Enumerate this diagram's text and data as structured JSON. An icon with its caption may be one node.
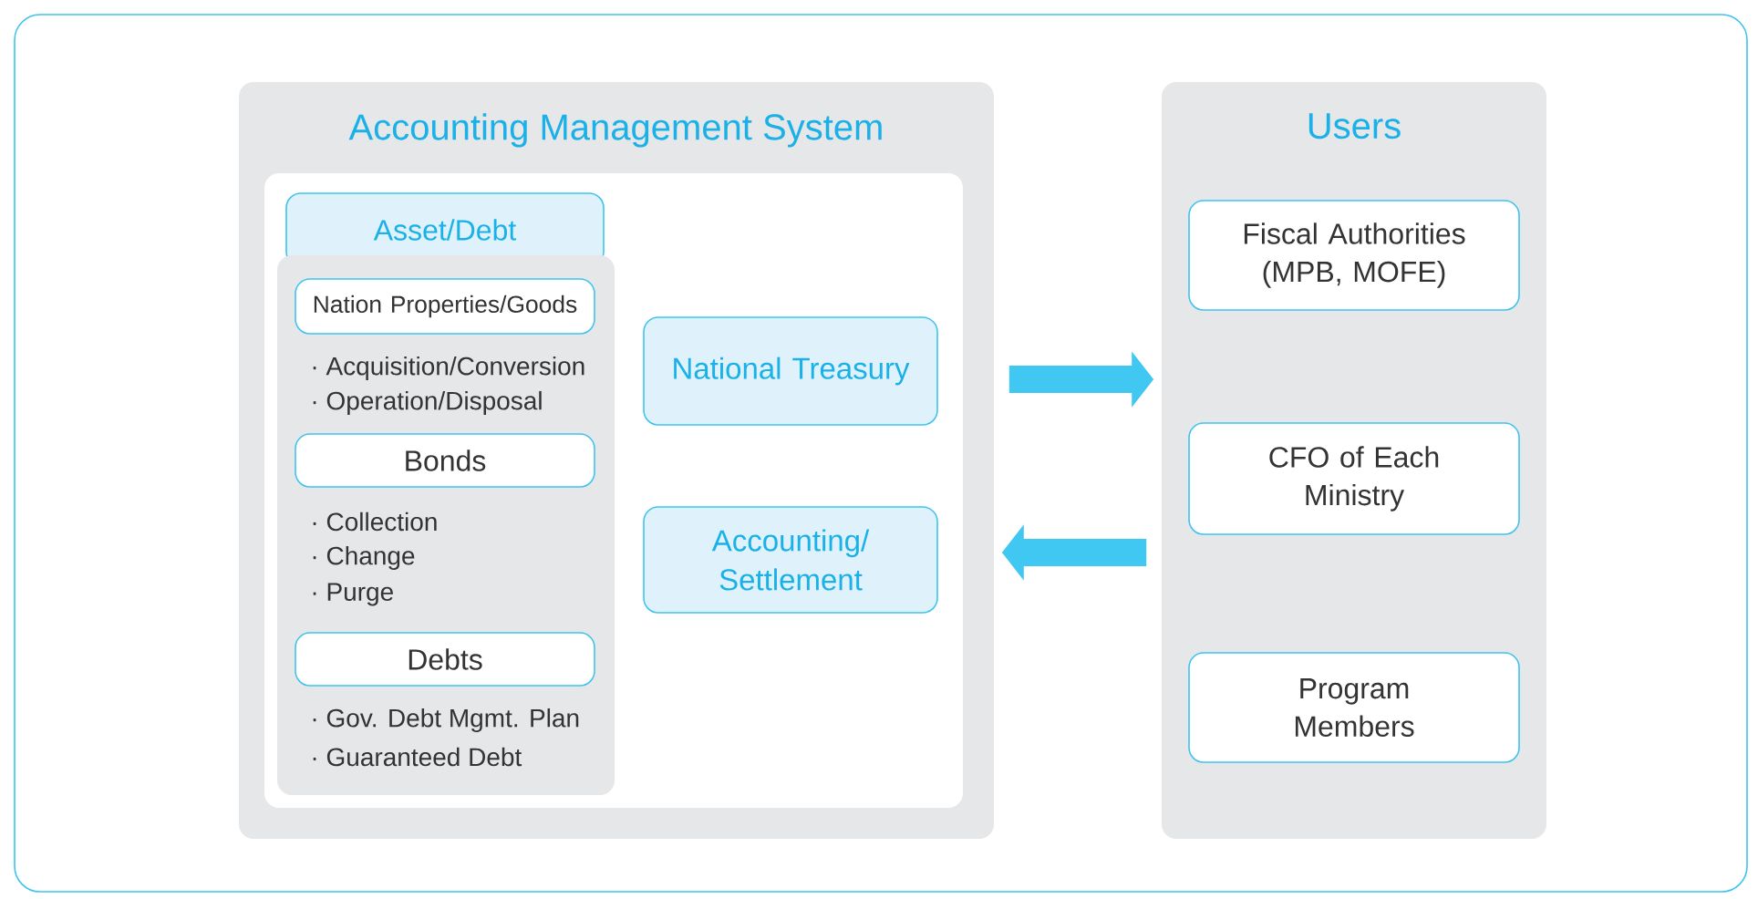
{
  "diagram": {
    "nodes": [
      {
        "text": [
          "Accounting Management System"
        ]
      },
      {
        "text": [],
        "shape": "box",
        "in": 0
      },
      {
        "text": [
          "Asset/Debt"
        ],
        "in": 1
      },
      {
        "text": [],
        "shape": "box",
        "in": 1
      },
      {
        "text": [
          "Nation Properties/Goods"
        ],
        "in": 3,
        "beside": [
          "· Acquisition/Conversion",
          "· Operation/Disposal"
        ]
      },
      {
        "text": [
          "Bonds"
        ],
        "in": 3,
        "beside": [
          "· Collection",
          "· Change",
          "· Purge"
        ]
      },
      {
        "text": [
          "Debts"
        ],
        "in": 3,
        "beside": [
          "· Gov. Debt Mgmt. Plan",
          "· Guaranteed Debt"
        ]
      },
      {
        "text": [
          "National Treasury"
        ],
        "in": 1
      },
      {
        "text": [
          "Accounting/ Settlement"
        ],
        "in": 1
      },
      {
        "text": [
          "Users"
        ]
      },
      {
        "text": [
          "Fiscal Authorities (MPB, MOFE)"
        ],
        "in": 9
      },
      {
        "text": [
          "CFO of Each Ministry"
        ],
        "in": 9
      },
      {
        "text": [
          "Program Members"
        ],
        "in": 9
      }
    ],
    "edges": [
      {
        "from": 0,
        "to": 9,
        "arrow": "to"
      },
      {
        "from": 9,
        "to": 0,
        "arrow": "to"
      }
    ]
  }
}
